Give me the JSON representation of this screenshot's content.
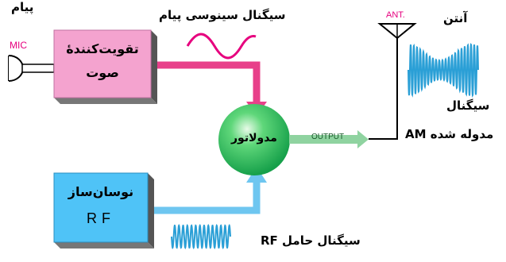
{
  "labels": {
    "message": "پیام",
    "mic": "MIC",
    "amp_line1": "تقویت‌کنندهٔ",
    "amp_line2": "صوت",
    "sine_message": "سیگنال سینوسی پیام",
    "modulator": "مدولاتور",
    "output": "OUTPUT",
    "antenna": "آنتن",
    "ant": "ANT.",
    "signal": "سیگنال",
    "am_modulated": "مدوله شده AM",
    "oscillator_line1": "نوسان‌ساز",
    "oscillator_line2": "RF",
    "carrier": "سیگنال حامل RF"
  },
  "colors": {
    "amp_box": "#f4a3cf",
    "osc_box": "#4fc3f7",
    "modulator": "#2ecc71",
    "pink_wave": "#e6007e",
    "blue_wave": "#2a9fd6",
    "output_arrow": "#8fd3a0",
    "mic_text": "#e6007e",
    "ant_text": "#e6007e"
  }
}
